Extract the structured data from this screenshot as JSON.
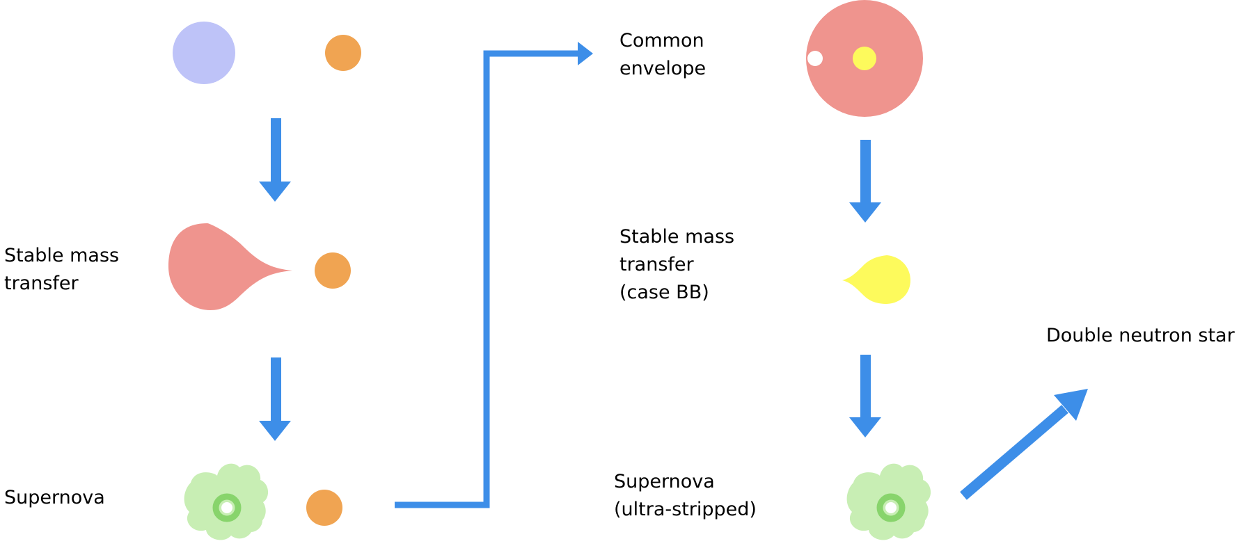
{
  "labels": {
    "stable_mass_transfer": [
      "Stable mass",
      "transfer"
    ],
    "supernova": [
      "Supernova"
    ],
    "common_envelope": [
      "Common",
      "envelope"
    ],
    "case_bb": [
      "Stable mass",
      "transfer",
      "(case BB)"
    ],
    "supernova_ultra_stripped": [
      "Supernova",
      "(ultra-stripped)"
    ],
    "double_neutron_star": [
      "Double neutron star"
    ]
  },
  "colors": {
    "arrow": "#3d8ee8",
    "primary_star": "#bec3f8",
    "companion_star": "#f0a452",
    "giant_envelope": "#ef948e",
    "stripped_core": "#fdfa5c",
    "compact_object": "#ffffff",
    "supernova_cloud": "#c8eeb4",
    "supernova_ring": "#88d46c",
    "text": "#000000"
  }
}
